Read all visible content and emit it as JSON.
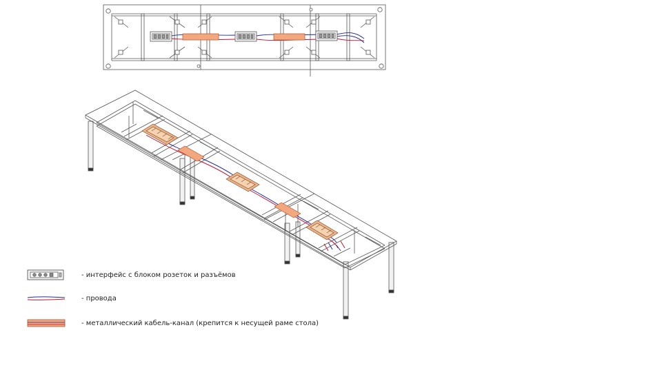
{
  "legend": {
    "socket_block": "- интерфейс с блоком розеток и разъёмов",
    "wires": "- провода",
    "cable_channel": "- металлический кабель-канал (крепится к несущей раме стола)"
  },
  "colors": {
    "frame": "#555555",
    "wire_red": "#c8102e",
    "wire_blue": "#1f2a9c",
    "channel_fill": "#f2a77e",
    "socket_fill": "#e8b58c"
  }
}
